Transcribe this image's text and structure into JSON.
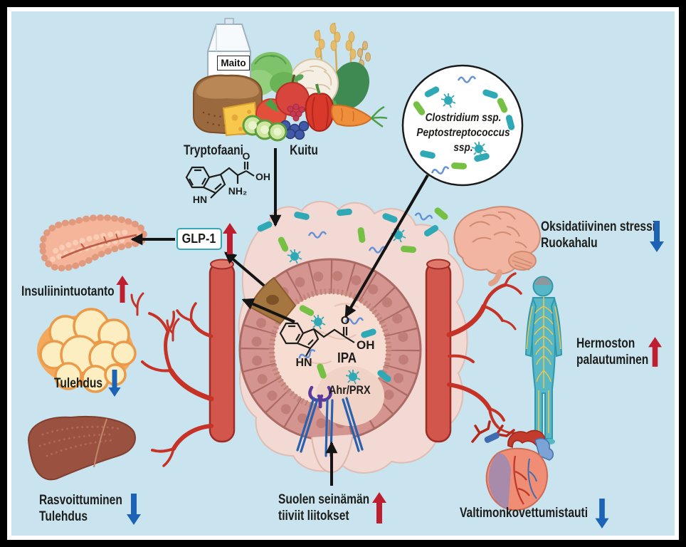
{
  "colors": {
    "background": "#c9e4ee",
    "frame": "#000000",
    "frame_inner": "#ffffff",
    "text": "#1d1d1b",
    "up_arrow_red": "#be1e2d",
    "down_arrow_blue": "#1c63b5",
    "flow_arrow_black": "#141414",
    "teal_bacteria": "#2fa9b6",
    "green_bacteria": "#76c043",
    "blue_bacteria": "#6592d6",
    "glp1_box_border": "#35a7b5",
    "receptor_purple": "#5b3a9b",
    "vessel_red": "#c63226"
  },
  "food": {
    "milk_label": "Maito"
  },
  "sources": {
    "tryptophan_label": "Tryptofaani",
    "fiber_label": "Kuitu"
  },
  "microbes": {
    "species_line1": "Clostridium ssp.",
    "species_line2": "Peptostreptococcus ssp."
  },
  "gut": {
    "hormone_label": "GLP-1",
    "metabolite_label": "IPA",
    "receptor_label": "Ahr/PRX"
  },
  "chem": {
    "trp_o": "O",
    "trp_oh": "OH",
    "trp_nh2": "NH₂",
    "trp_hn": "HN",
    "ipa_o": "O",
    "ipa_oh": "OH",
    "ipa_hn": "HN"
  },
  "effects": {
    "insulin": {
      "label": "Insuliinintuotanto",
      "direction": "up",
      "arrow_color": "#be1e2d"
    },
    "adipose": {
      "label": "Tulehdus",
      "direction": "down",
      "arrow_color": "#1c63b5"
    },
    "liver": {
      "label_line1": "Rasvoittuminen",
      "label_line2": "Tulehdus",
      "direction": "down",
      "arrow_color": "#1c63b5"
    },
    "gut_wall": {
      "label_line1": "Suolen seinämän",
      "label_line2": "tiiviit liitokset",
      "direction": "up",
      "arrow_color": "#be1e2d"
    },
    "brain": {
      "label_line1": "Oksidatiivinen stressi",
      "label_line2": "Ruokahalu",
      "direction": "down",
      "arrow_color": "#1c63b5"
    },
    "nervous": {
      "label_line1": "Hermoston",
      "label_line2": "palautuminen",
      "direction": "up",
      "arrow_color": "#be1e2d"
    },
    "cardio": {
      "label": "Valtimonkovettumistauti",
      "direction": "down",
      "arrow_color": "#1c63b5"
    }
  }
}
